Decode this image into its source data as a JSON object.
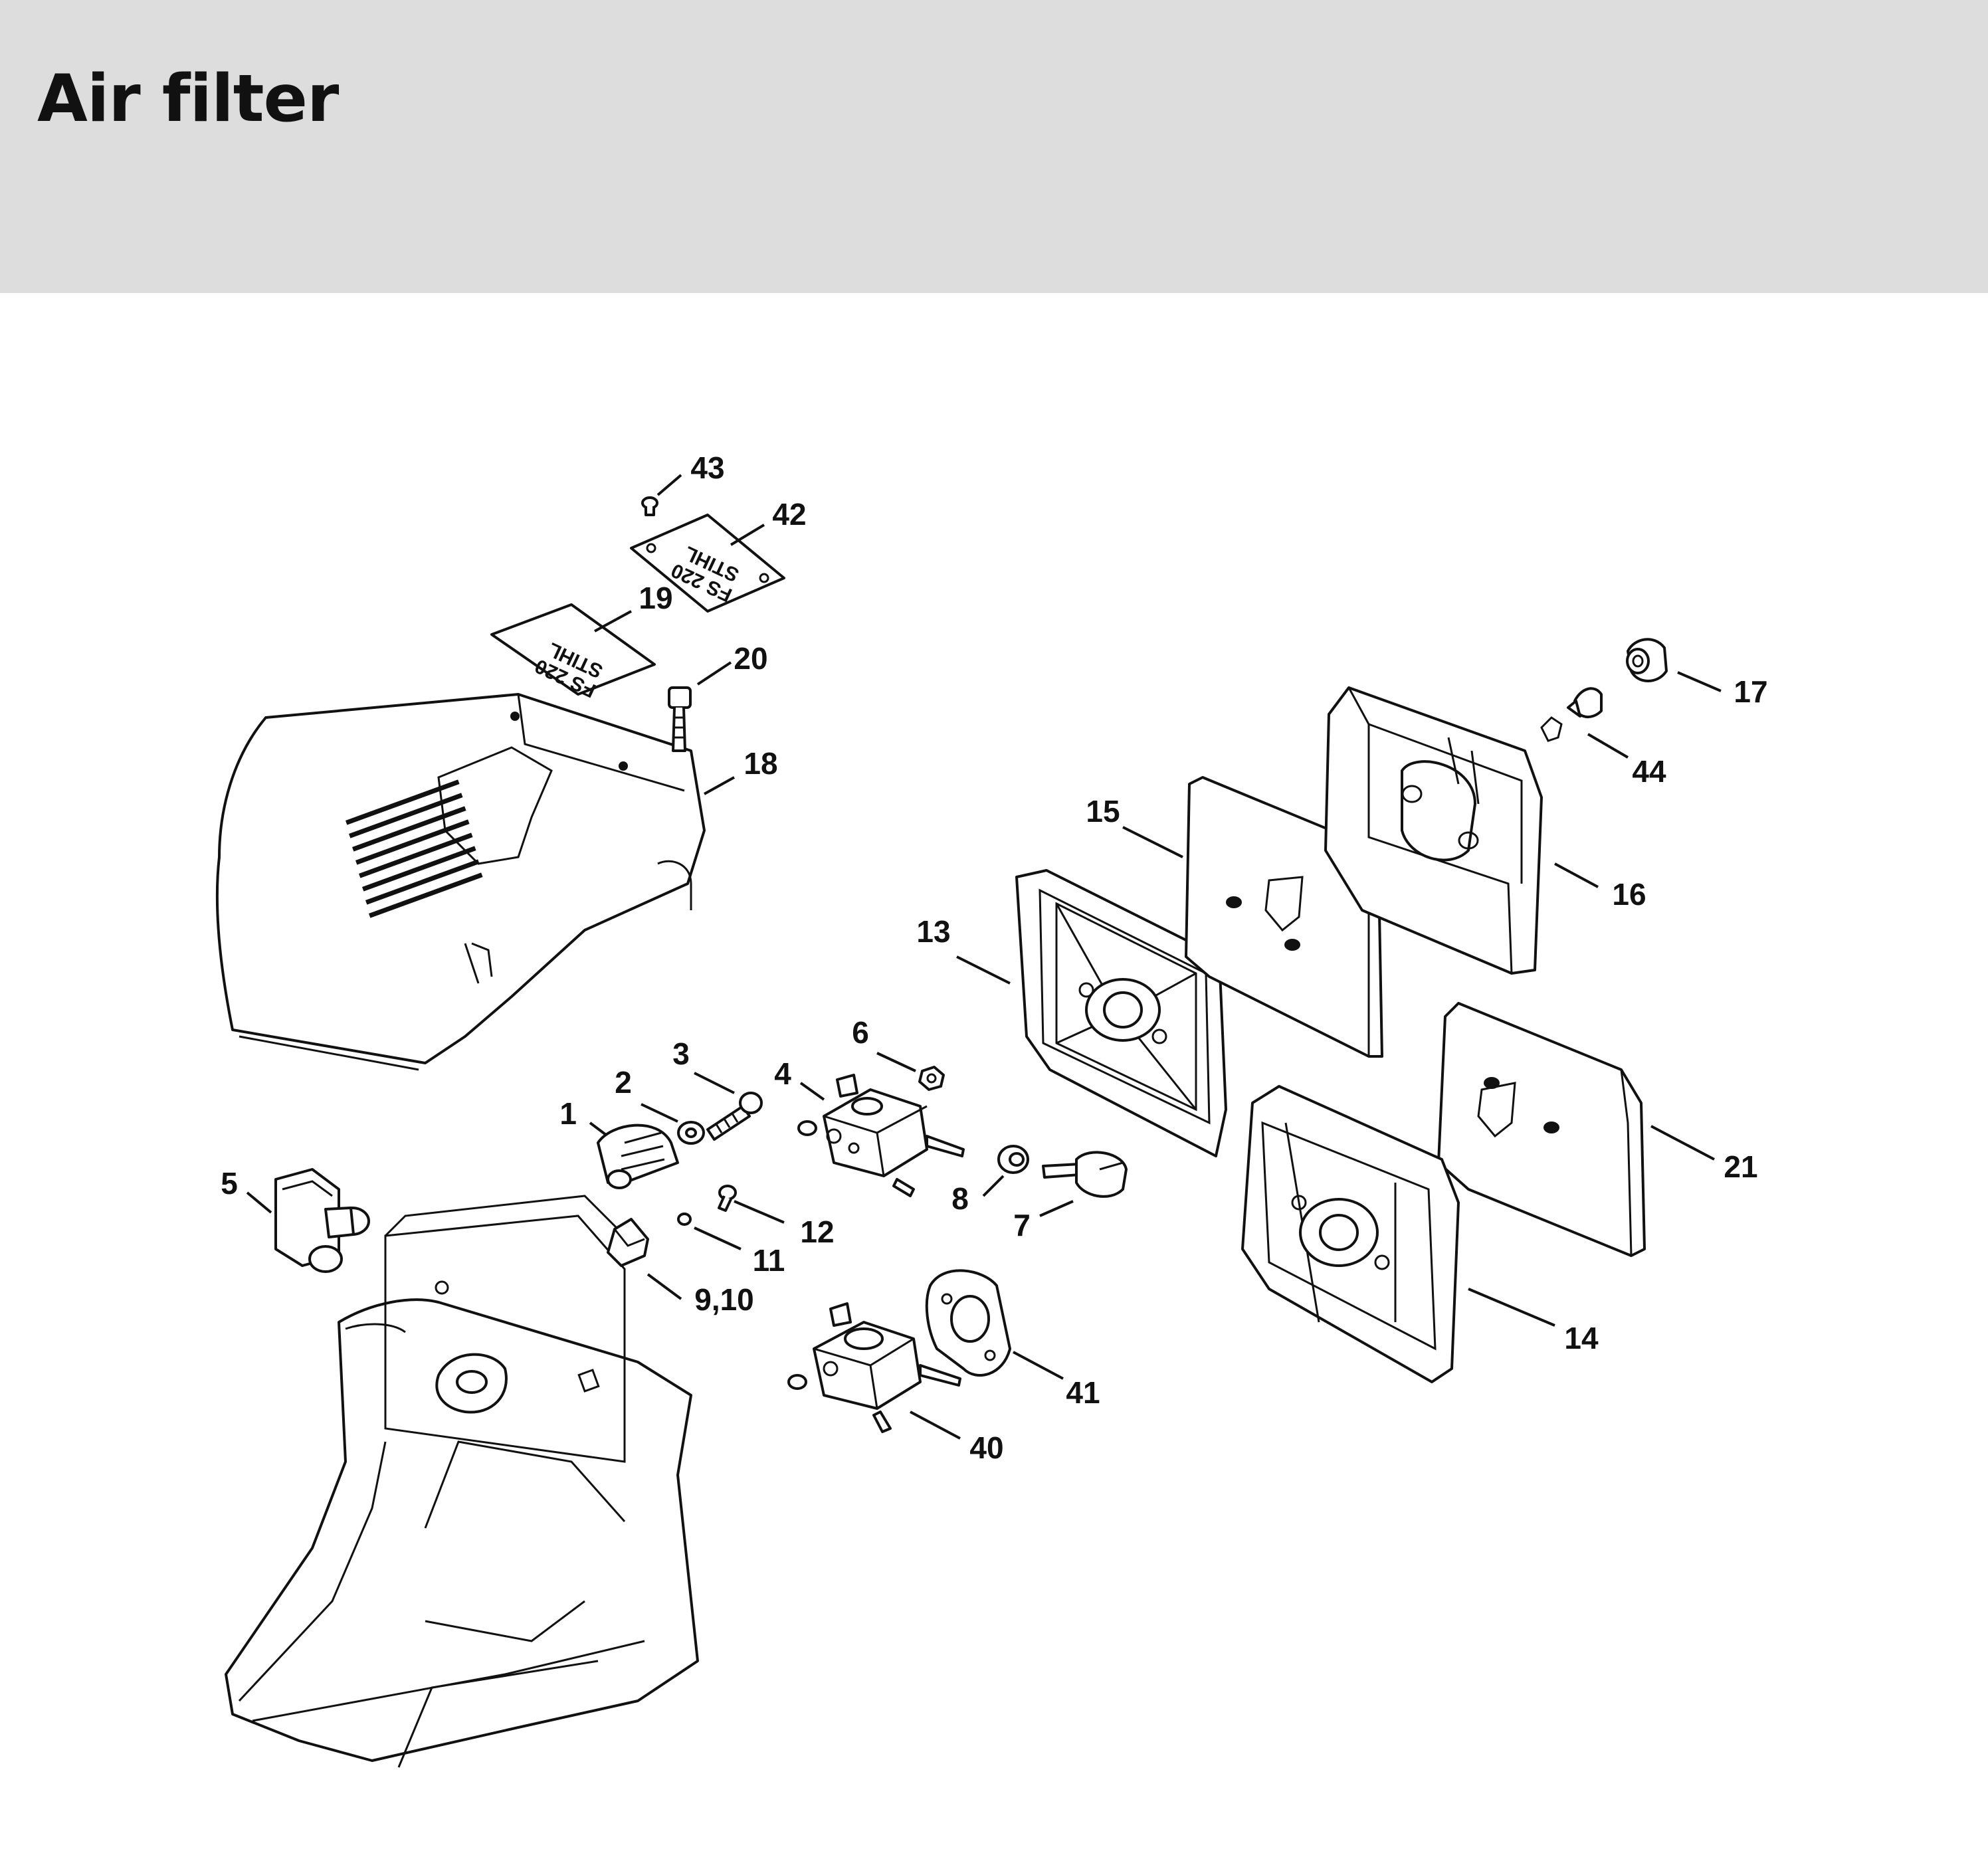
{
  "page": {
    "title": "Air filter"
  },
  "parts": [
    {
      "label": "1"
    },
    {
      "label": "2"
    },
    {
      "label": "3"
    },
    {
      "label": "4"
    },
    {
      "label": "5"
    },
    {
      "label": "6"
    },
    {
      "label": "7"
    },
    {
      "label": "8"
    },
    {
      "label": "9,10"
    },
    {
      "label": "11"
    },
    {
      "label": "12"
    },
    {
      "label": "13"
    },
    {
      "label": "14"
    },
    {
      "label": "15"
    },
    {
      "label": "16"
    },
    {
      "label": "17"
    },
    {
      "label": "18"
    },
    {
      "label": "19"
    },
    {
      "label": "20"
    },
    {
      "label": "21"
    },
    {
      "label": "40"
    },
    {
      "label": "41"
    },
    {
      "label": "42"
    },
    {
      "label": "43"
    },
    {
      "label": "44"
    }
  ],
  "nameplate": {
    "line1": "STIHL",
    "line2": "FS 220"
  }
}
